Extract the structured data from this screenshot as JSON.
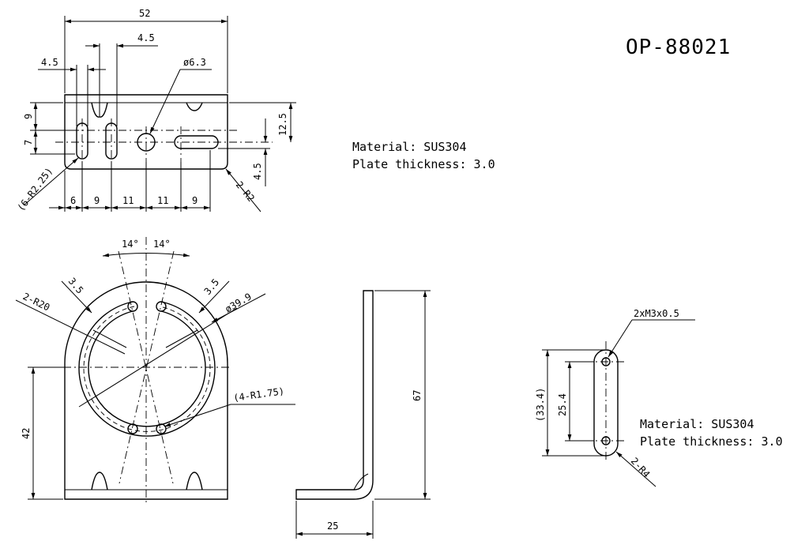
{
  "title": "OP-88021",
  "notes": {
    "material_1": "Material: SUS304",
    "thickness_1": "Plate thickness: 3.0",
    "material_2": "Material: SUS304",
    "thickness_2": "Plate thickness: 3.0"
  },
  "top_view": {
    "width": "52",
    "slot_w_a": "4.5",
    "slot_w_b": "4.5",
    "hole_dia": "ø6.3",
    "left_h1": "9",
    "left_h2": "7",
    "right_h": "12.5",
    "right_small": "4.5",
    "radius_note": "(6-R2.25)",
    "corner_r": "2-R2",
    "bottom": [
      "6",
      "9",
      "11",
      "11",
      "9"
    ]
  },
  "front_view": {
    "angle_left": "14°",
    "angle_right": "14°",
    "slot_left": "3.5",
    "slot_right": "3.5",
    "outer_r": "2-R20",
    "circle_dia": "ø39.9",
    "slot_r": "(4-R1.75)",
    "height": "42"
  },
  "side_view": {
    "height": "67",
    "depth": "25"
  },
  "detail_view": {
    "thread": "2xM3x0.5",
    "overall": "(33.4)",
    "pitch": "25.4",
    "end_r": "2-R4"
  }
}
